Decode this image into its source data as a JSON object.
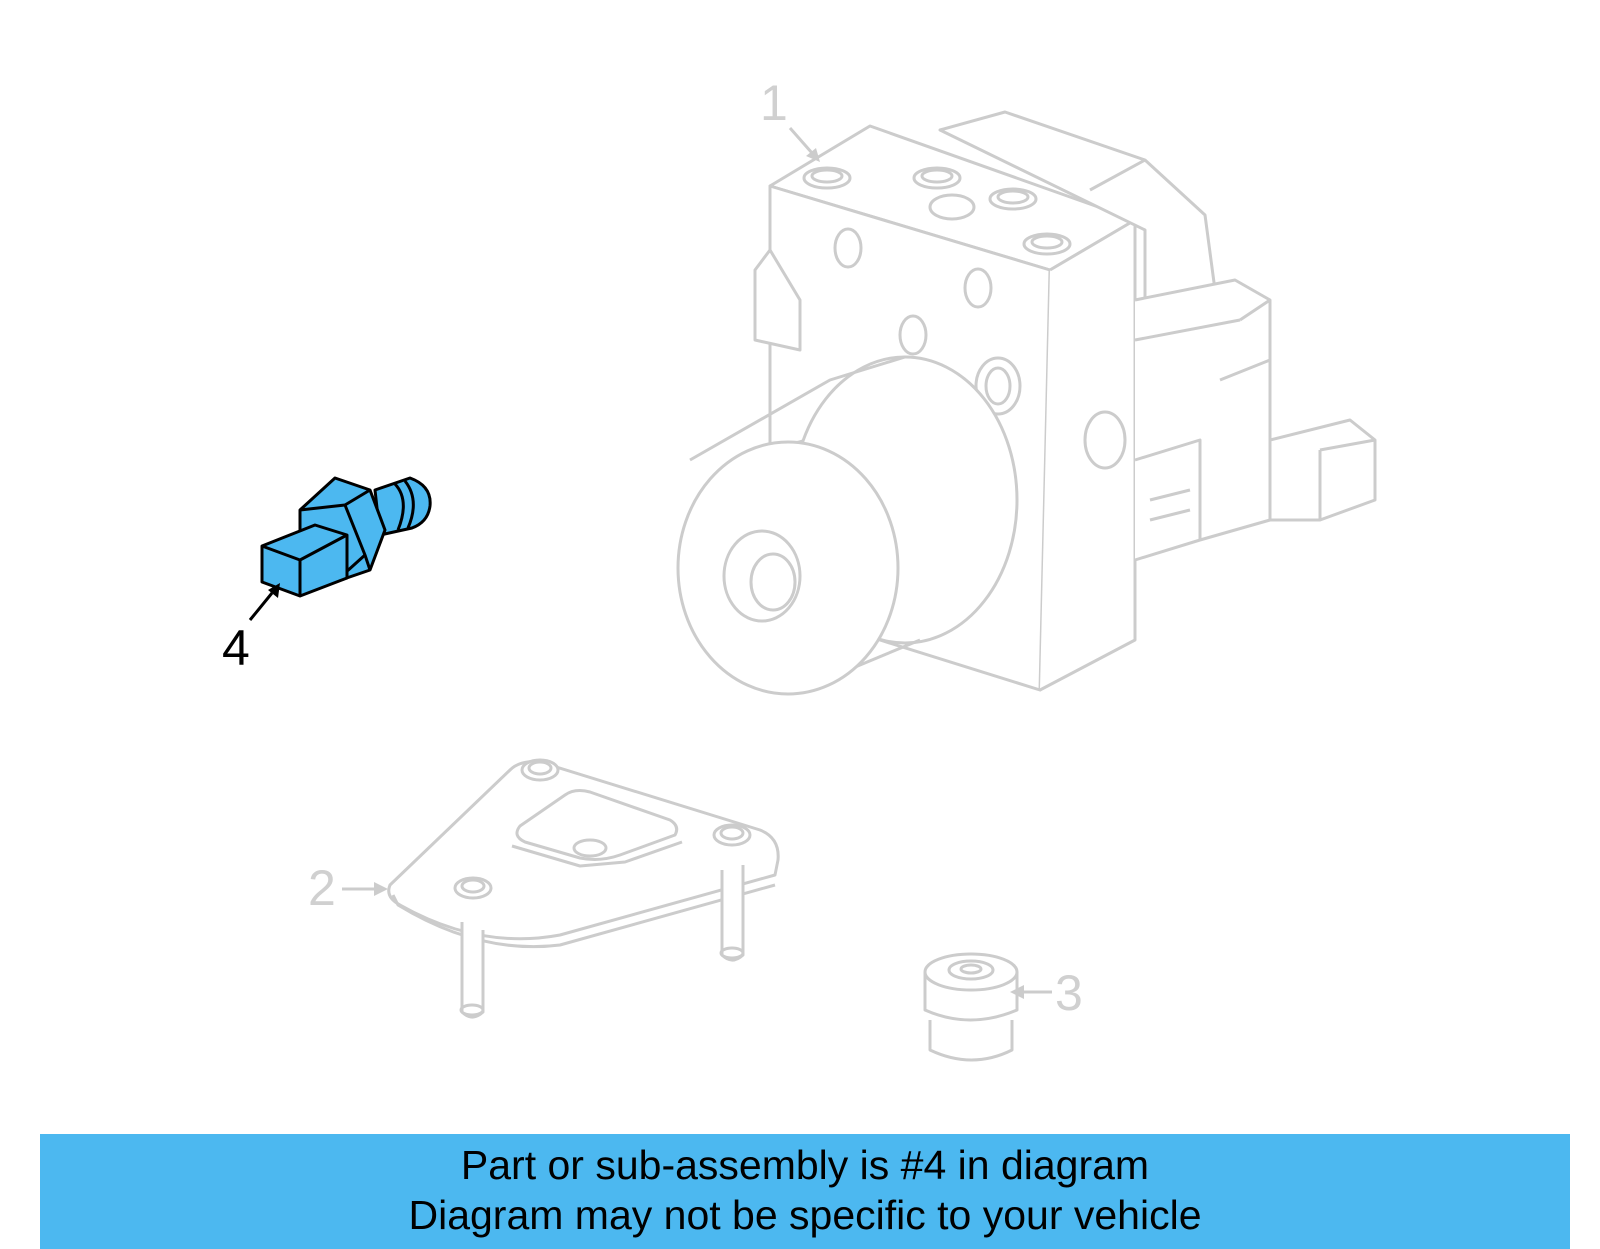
{
  "callouts": {
    "part1": "1",
    "part2": "2",
    "part3": "3",
    "part4": "4"
  },
  "banner": {
    "line1": "Part or sub-assembly is #4 in diagram",
    "line2": "Diagram may not be specific to your vehicle"
  },
  "colors": {
    "highlight": "#4cb8f0",
    "part_outline": "#cccccc",
    "highlight_outline": "#000000"
  }
}
